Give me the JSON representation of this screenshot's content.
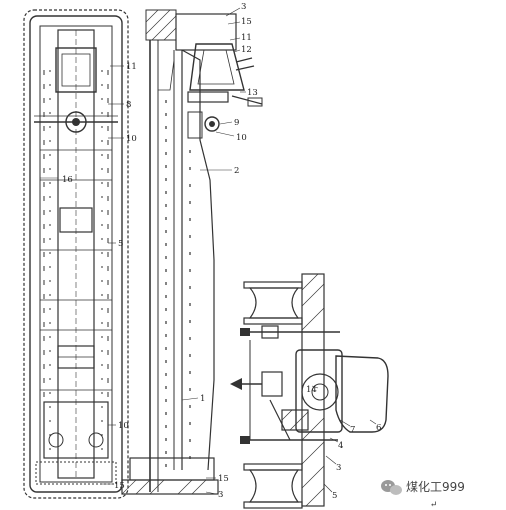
{
  "figure_left": {
    "callouts": [
      "11",
      "8",
      "10",
      "16",
      "5",
      "10",
      "15"
    ]
  },
  "figure_middle": {
    "callouts": [
      "3",
      "15",
      "11",
      "12",
      "13",
      "9",
      "10",
      "2",
      "1",
      "15",
      "3"
    ]
  },
  "figure_right": {
    "callouts": [
      "14",
      "7",
      "6",
      "4",
      "3",
      "5"
    ]
  },
  "watermark": {
    "text": "煤化工999",
    "icon": "wechat-logo-icon"
  },
  "return_mark": "↵"
}
